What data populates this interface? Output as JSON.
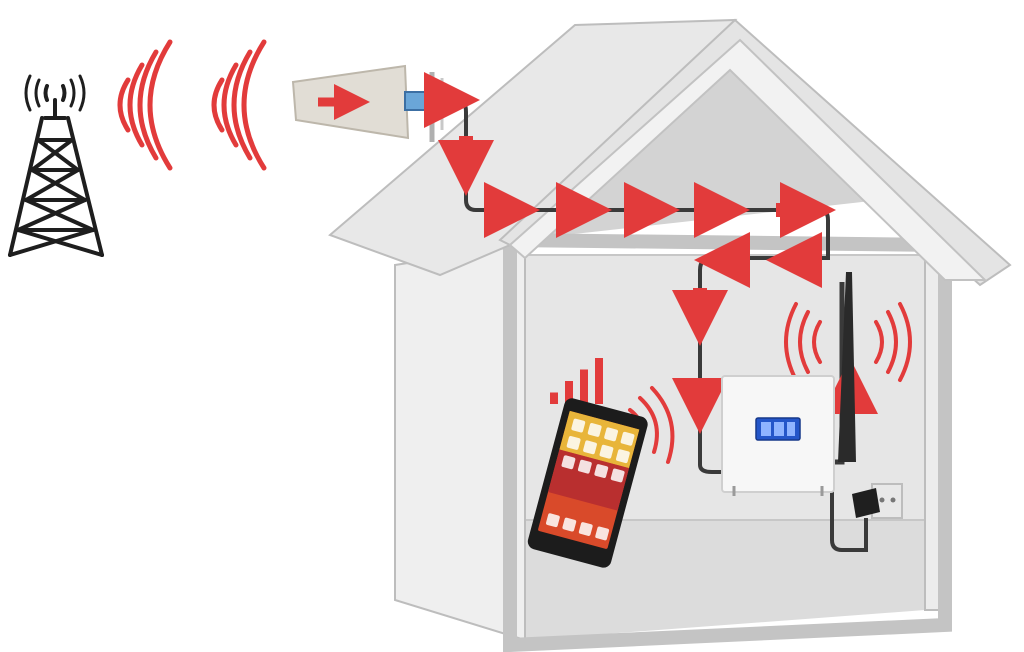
{
  "colors": {
    "background": "#ffffff",
    "house_wall": "#eeeeee",
    "house_roof": "#e3e3e3",
    "house_inner": "#d6d6d6",
    "house_edge": "#b9b9b9",
    "signal": "#e23b3b",
    "cable": "#3a3a3a",
    "tower": "#1e1e1e",
    "booster_body": "#f7f7f7",
    "booster_screen": "#2456c9",
    "phone_body": "#1c1c1c"
  },
  "icons": {
    "cell_tower": "cell-tower-icon",
    "outdoor_antenna": "yagi-antenna-icon",
    "indoor_antenna": "whip-antenna-icon",
    "booster": "signal-booster-icon",
    "phone": "smartphone-icon",
    "power_adapter": "power-plug-icon",
    "signal_bars": "signal-bars-icon",
    "wireless_waves": "radio-waves-icon"
  },
  "signal_bars": {
    "levels": [
      0.25,
      0.5,
      0.75,
      1.0
    ]
  }
}
